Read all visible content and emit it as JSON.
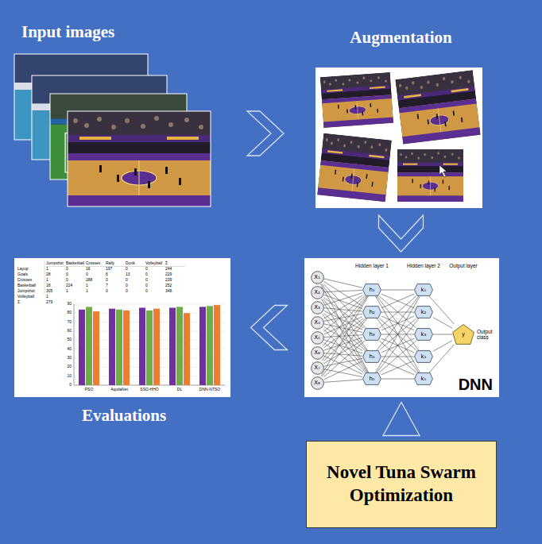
{
  "diagram": {
    "nodes": [
      {
        "text": [
          "Input images"
        ]
      },
      {
        "text": [
          "Augmentation"
        ]
      },
      {
        "text": [
          "Evaluations"
        ]
      },
      {
        "text": [
          "DNN"
        ]
      },
      {
        "text": [
          "X₁"
        ],
        "in": 3
      },
      {
        "text": [
          "X₂"
        ],
        "in": 3
      },
      {
        "text": [
          "X₃"
        ],
        "in": 3
      },
      {
        "text": [
          "X₄"
        ],
        "in": 3
      },
      {
        "text": [
          "X₅"
        ],
        "in": 3
      },
      {
        "text": [
          "X₆"
        ],
        "in": 3
      },
      {
        "text": [
          "X₇"
        ],
        "in": 3
      },
      {
        "text": [
          "X₈"
        ],
        "in": 3
      },
      {
        "text": [
          "h₁"
        ],
        "in": 3
      },
      {
        "text": [
          "h₂"
        ],
        "in": 3
      },
      {
        "text": [
          "h₃"
        ],
        "in": 3
      },
      {
        "text": [
          "h₄"
        ],
        "in": 3
      },
      {
        "text": [
          "h₅"
        ],
        "in": 3
      },
      {
        "text": [
          "k₁"
        ],
        "in": 3
      },
      {
        "text": [
          "k₂"
        ],
        "in": 3
      },
      {
        "text": [
          "k₃"
        ],
        "in": 3
      },
      {
        "text": [
          "k₄"
        ],
        "in": 3
      },
      {
        "text": [
          "k₅"
        ],
        "in": 3
      },
      {
        "text": [
          "y"
        ],
        "in": 3
      },
      {
        "text": [
          "Novel Tuna Swarm Optimization"
        ]
      }
    ],
    "edges": [
      {
        "from": 0,
        "to": 1,
        "arrow": "to"
      },
      {
        "from": 1,
        "to": 3,
        "arrow": "to"
      },
      {
        "from": 3,
        "to": 2,
        "arrow": "to"
      },
      {
        "from": 23,
        "to": 3,
        "arrow": "to"
      },
      {
        "from": 4,
        "to": 12,
        "arrow": "none"
      },
      {
        "from": 4,
        "to": 13,
        "arrow": "none"
      },
      {
        "from": 4,
        "to": 14,
        "arrow": "none"
      },
      {
        "from": 4,
        "to": 15,
        "arrow": "none"
      },
      {
        "from": 4,
        "to": 16,
        "arrow": "none"
      },
      {
        "from": 5,
        "to": 12,
        "arrow": "none"
      },
      {
        "from": 5,
        "to": 13,
        "arrow": "none"
      },
      {
        "from": 5,
        "to": 14,
        "arrow": "none"
      },
      {
        "from": 5,
        "to": 15,
        "arrow": "none"
      },
      {
        "from": 5,
        "to": 16,
        "arrow": "none"
      },
      {
        "from": 6,
        "to": 12,
        "arrow": "none"
      },
      {
        "from": 6,
        "to": 13,
        "arrow": "none"
      },
      {
        "from": 6,
        "to": 14,
        "arrow": "none"
      },
      {
        "from": 6,
        "to": 15,
        "arrow": "none"
      },
      {
        "from": 6,
        "to": 16,
        "arrow": "none"
      },
      {
        "from": 7,
        "to": 12,
        "arrow": "none"
      },
      {
        "from": 7,
        "to": 13,
        "arrow": "none"
      },
      {
        "from": 7,
        "to": 14,
        "arrow": "none"
      },
      {
        "from": 7,
        "to": 15,
        "arrow": "none"
      },
      {
        "from": 7,
        "to": 16,
        "arrow": "none"
      },
      {
        "from": 8,
        "to": 12,
        "arrow": "none"
      },
      {
        "from": 8,
        "to": 13,
        "arrow": "none"
      },
      {
        "from": 8,
        "to": 14,
        "arrow": "none"
      },
      {
        "from": 8,
        "to": 15,
        "arrow": "none"
      },
      {
        "from": 8,
        "to": 16,
        "arrow": "none"
      },
      {
        "from": 9,
        "to": 12,
        "arrow": "none"
      },
      {
        "from": 9,
        "to": 13,
        "arrow": "none"
      },
      {
        "from": 9,
        "to": 14,
        "arrow": "none"
      },
      {
        "from": 9,
        "to": 15,
        "arrow": "none"
      },
      {
        "from": 9,
        "to": 16,
        "arrow": "none"
      },
      {
        "from": 10,
        "to": 12,
        "arrow": "none"
      },
      {
        "from": 10,
        "to": 13,
        "arrow": "none"
      },
      {
        "from": 10,
        "to": 14,
        "arrow": "none"
      },
      {
        "from": 10,
        "to": 15,
        "arrow": "none"
      },
      {
        "from": 10,
        "to": 16,
        "arrow": "none"
      },
      {
        "from": 11,
        "to": 12,
        "arrow": "none"
      },
      {
        "from": 11,
        "to": 13,
        "arrow": "none"
      },
      {
        "from": 11,
        "to": 14,
        "arrow": "none"
      },
      {
        "from": 11,
        "to": 15,
        "arrow": "none"
      },
      {
        "from": 11,
        "to": 16,
        "arrow": "none"
      },
      {
        "from": 12,
        "to": 17,
        "arrow": "none"
      },
      {
        "from": 12,
        "to": 18,
        "arrow": "none"
      },
      {
        "from": 12,
        "to": 19,
        "arrow": "none"
      },
      {
        "from": 12,
        "to": 20,
        "arrow": "none"
      },
      {
        "from": 12,
        "to": 21,
        "arrow": "none"
      },
      {
        "from": 13,
        "to": 17,
        "arrow": "none"
      },
      {
        "from": 13,
        "to": 18,
        "arrow": "none"
      },
      {
        "from": 13,
        "to": 19,
        "arrow": "none"
      },
      {
        "from": 13,
        "to": 20,
        "arrow": "none"
      },
      {
        "from": 13,
        "to": 21,
        "arrow": "none"
      },
      {
        "from": 14,
        "to": 17,
        "arrow": "none"
      },
      {
        "from": 14,
        "to": 18,
        "arrow": "none"
      },
      {
        "from": 14,
        "to": 19,
        "arrow": "none"
      },
      {
        "from": 14,
        "to": 20,
        "arrow": "none"
      },
      {
        "from": 14,
        "to": 21,
        "arrow": "none"
      },
      {
        "from": 15,
        "to": 17,
        "arrow": "none"
      },
      {
        "from": 15,
        "to": 18,
        "arrow": "none"
      },
      {
        "from": 15,
        "to": 19,
        "arrow": "none"
      },
      {
        "from": 15,
        "to": 20,
        "arrow": "none"
      },
      {
        "from": 15,
        "to": 21,
        "arrow": "none"
      },
      {
        "from": 16,
        "to": 17,
        "arrow": "none"
      },
      {
        "from": 16,
        "to": 18,
        "arrow": "none"
      },
      {
        "from": 16,
        "to": 19,
        "arrow": "none"
      },
      {
        "from": 16,
        "to": 20,
        "arrow": "none"
      },
      {
        "from": 16,
        "to": 21,
        "arrow": "none"
      },
      {
        "from": 17,
        "to": 22,
        "arrow": "none"
      },
      {
        "from": 18,
        "to": 22,
        "arrow": "none"
      },
      {
        "from": 19,
        "to": 22,
        "arrow": "none"
      },
      {
        "from": 20,
        "to": 22,
        "arrow": "none"
      },
      {
        "from": 21,
        "to": 22,
        "arrow": "none"
      }
    ],
    "labels": [
      "Hidden layer 1",
      "Hidden layer 2",
      "Output layer",
      "Output class",
      "Jumpshot",
      "Basketball",
      "Crosses",
      "Rally",
      "Dunk",
      "Volleyball",
      "Σ",
      "Layup",
      "1",
      "0",
      "16",
      "197",
      "0",
      "0",
      "244",
      "Goals",
      "28",
      "0",
      "0",
      "6",
      "13",
      "0",
      "229",
      "Crosses",
      "1",
      "0",
      "288",
      "0",
      "0",
      "0",
      "239",
      "Basketball",
      "18",
      "224",
      "1",
      "7",
      "0",
      "0",
      "252",
      "Jumpshot",
      "305",
      "1",
      "1",
      "0",
      "0",
      "0",
      "348",
      "Volleyball",
      "1",
      "Σ",
      "279",
      "0",
      "10",
      "20",
      "30",
      "40",
      "50",
      "60",
      "70",
      "80",
      "90",
      "PSO",
      "AquilaNet",
      "SSO-HHO",
      "DL",
      "DNN-NTSO"
    ]
  }
}
